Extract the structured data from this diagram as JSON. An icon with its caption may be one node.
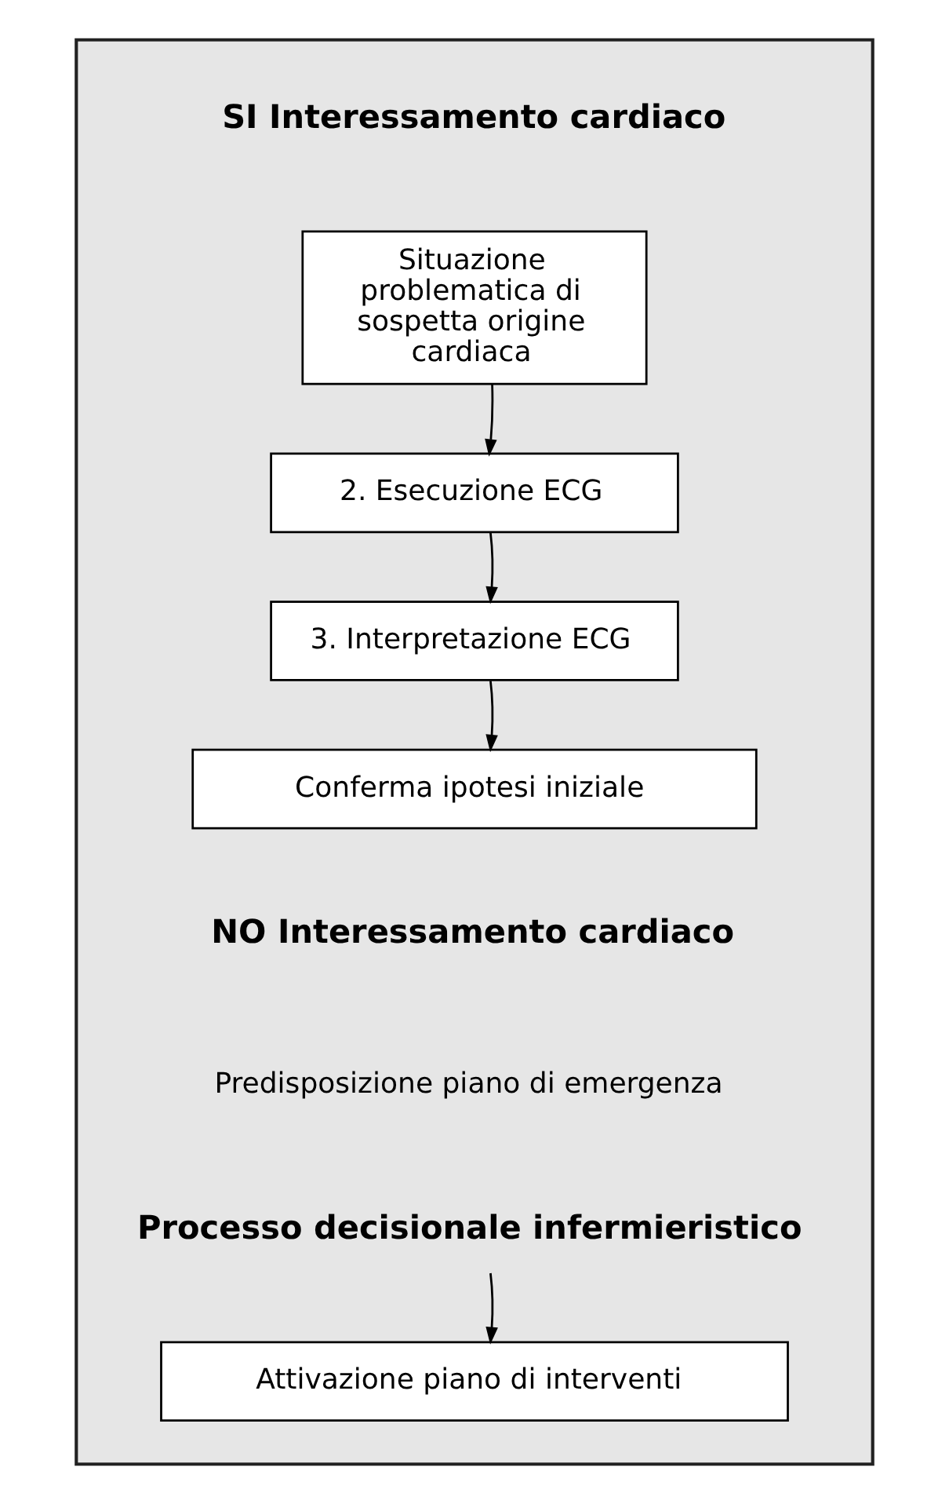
{
  "diagram": {
    "nodes": [
      {
        "text": [],
        "shape": "box"
      },
      {
        "text": [
          "Situazione problematica di sospetta origine cardiaca"
        ],
        "in": 0
      },
      {
        "text": [
          "2. Esecuzione ECG"
        ],
        "in": 0
      },
      {
        "text": [
          "3. Interpretazione ECG"
        ],
        "in": 0
      },
      {
        "text": [
          "Conferma ipotesi iniziale"
        ],
        "in": 0
      },
      {
        "text": [
          "Processo decisionale infermieristico"
        ],
        "in": 0
      },
      {
        "text": [
          "Attivazione piano di interventi"
        ],
        "in": 0
      }
    ],
    "edges": [
      {
        "from": 1,
        "to": 2,
        "arrow": "to"
      },
      {
        "from": 2,
        "to": 3,
        "arrow": "to"
      },
      {
        "from": 3,
        "to": 4,
        "arrow": "to"
      },
      {
        "from": 5,
        "to": 6,
        "arrow": "to"
      }
    ],
    "labels": [
      "SI Interessamento cardiaco",
      "NO Interessamento cardiaco",
      "Predisposizione piano di emergenza"
    ]
  }
}
